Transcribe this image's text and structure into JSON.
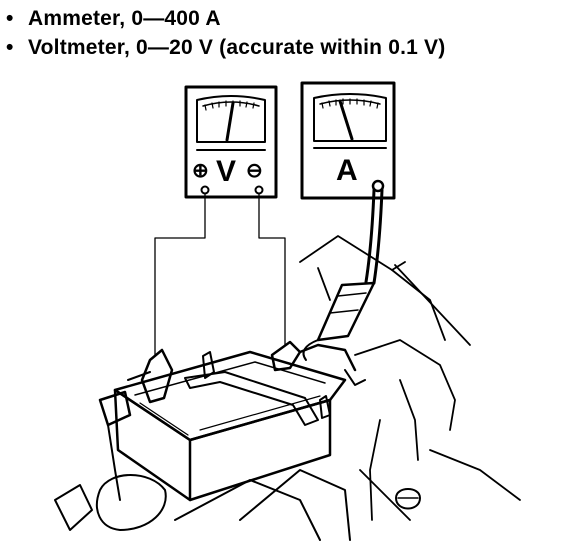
{
  "specs": {
    "items": [
      {
        "bullet": "•",
        "label": "Ammeter, 0—400 A"
      },
      {
        "bullet": "•",
        "label": "Voltmeter, 0—20 V (accurate within 0.1 V)"
      }
    ]
  },
  "voltmeter": {
    "symbol": "V",
    "positive": "⊕",
    "negative": "⊖"
  },
  "ammeter": {
    "symbol": "A"
  }
}
